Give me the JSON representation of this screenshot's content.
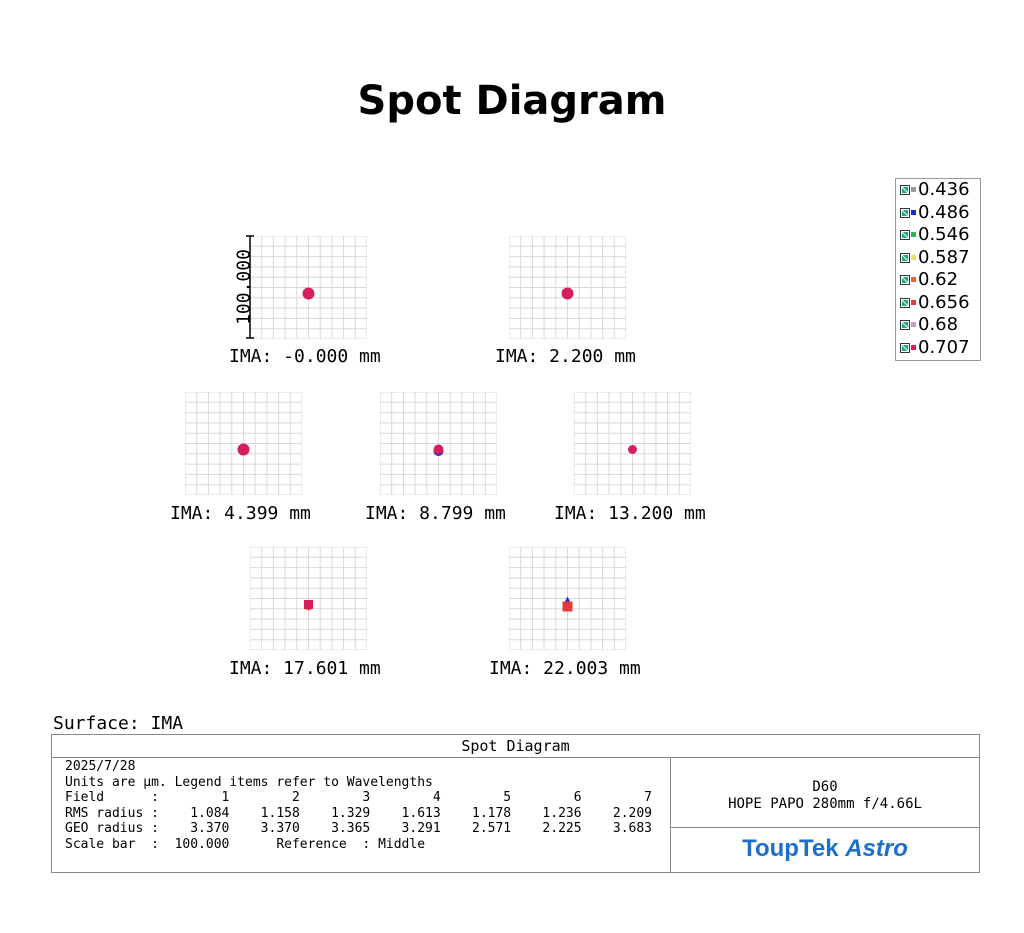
{
  "title": "Spot Diagram",
  "scale_bar_label": "100.000",
  "spots": [
    {
      "label": "IMA: -0.000 mm"
    },
    {
      "label": "IMA: 2.200 mm"
    },
    {
      "label": "IMA: 4.399 mm"
    },
    {
      "label": "IMA: 8.799 mm"
    },
    {
      "label": "IMA: 13.200 mm"
    },
    {
      "label": "IMA: 17.601 mm"
    },
    {
      "label": "IMA: 22.003 mm"
    }
  ],
  "legend": [
    {
      "label": "0.436",
      "color": "#9a9a9a"
    },
    {
      "label": "0.486",
      "color": "#1a2ad0"
    },
    {
      "label": "0.546",
      "color": "#2fb84a"
    },
    {
      "label": "0.587",
      "color": "#e8e26a"
    },
    {
      "label": "0.62",
      "color": "#f0642a"
    },
    {
      "label": "0.656",
      "color": "#e83a3a"
    },
    {
      "label": "0.68",
      "color": "#c9a0c0"
    },
    {
      "label": "0.707",
      "color": "#d41f5a"
    }
  ],
  "surface": "Surface: IMA",
  "info": {
    "header": "Spot Diagram",
    "rows": [
      "2025/7/28",
      "Units are µm. Legend items refer to Wavelengths",
      "Field      :        1        2        3        4        5        6        7",
      "RMS radius :    1.084    1.158    1.329    1.613    1.178    1.236    2.209",
      "GEO radius :    3.370    3.370    3.365    3.291    2.571    2.225    3.683",
      "Scale bar  :  100.000      Reference  : Middle"
    ],
    "lens_id": "D60",
    "lens_name": "HOPE PAPO 280mm f/4.66L",
    "brand_part1": "ToupTek ",
    "brand_part2": "Astro",
    "brand_color": "#1e6fc8"
  }
}
